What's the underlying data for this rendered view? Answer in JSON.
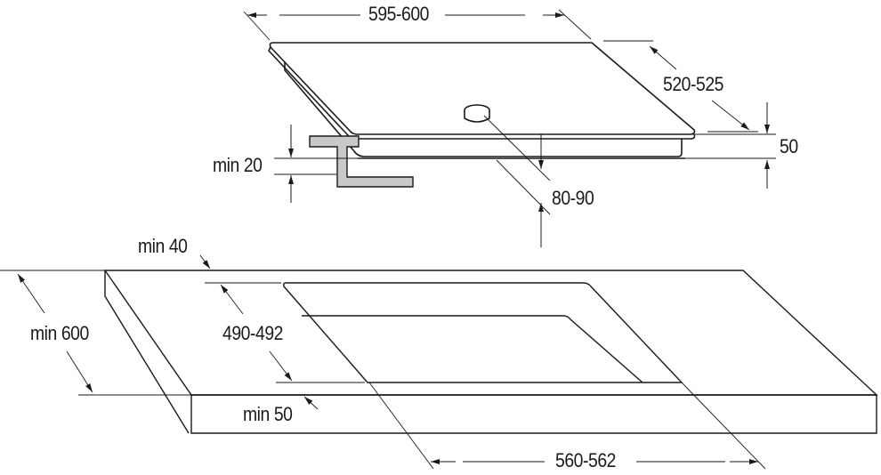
{
  "diagram": {
    "type": "installation-drawing",
    "subject": "built-in hob cut-out dimensions",
    "colors": {
      "line": "#1a1a1a",
      "thin_line": "#555555",
      "bracket_fill": "#c8c8c8",
      "background": "#ffffff"
    },
    "hob": {
      "width_label": "595-600",
      "depth_label": "520-525",
      "height_label": "50",
      "clearance_below_label": "80-90",
      "bracket_min_label": "min 20"
    },
    "worktop": {
      "depth_label": "min 600",
      "back_margin_label": "min 40",
      "front_margin_label": "min 50",
      "cutout_depth_label": "490-492",
      "cutout_width_label": "560-562"
    }
  }
}
